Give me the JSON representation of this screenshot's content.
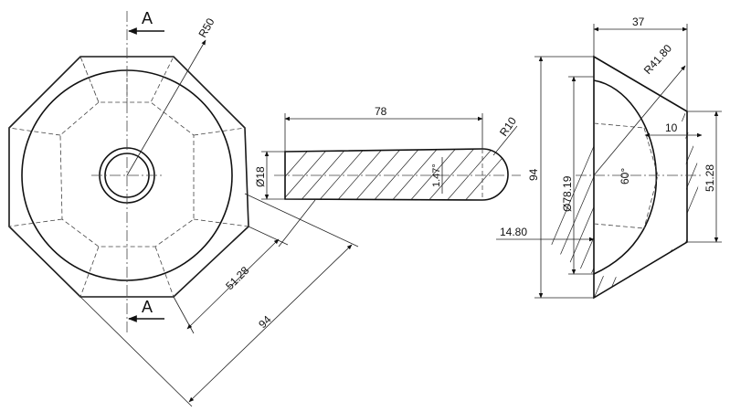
{
  "section_label": "A",
  "dimensions": {
    "front_radius": "R50",
    "front_flat": "51.28",
    "front_across": "94",
    "handle_length": "78",
    "handle_diameter": "Ø18",
    "handle_taper": "1.47°",
    "handle_tip_radius": "R10",
    "bowl_depth": "37",
    "bowl_radius": "R41.80",
    "bowl_offset": "10",
    "bowl_height": "94",
    "bowl_inner_diameter": "Ø78.19",
    "bowl_angle": "60°",
    "bowl_flat": "51.28",
    "bowl_base": "14.80"
  }
}
